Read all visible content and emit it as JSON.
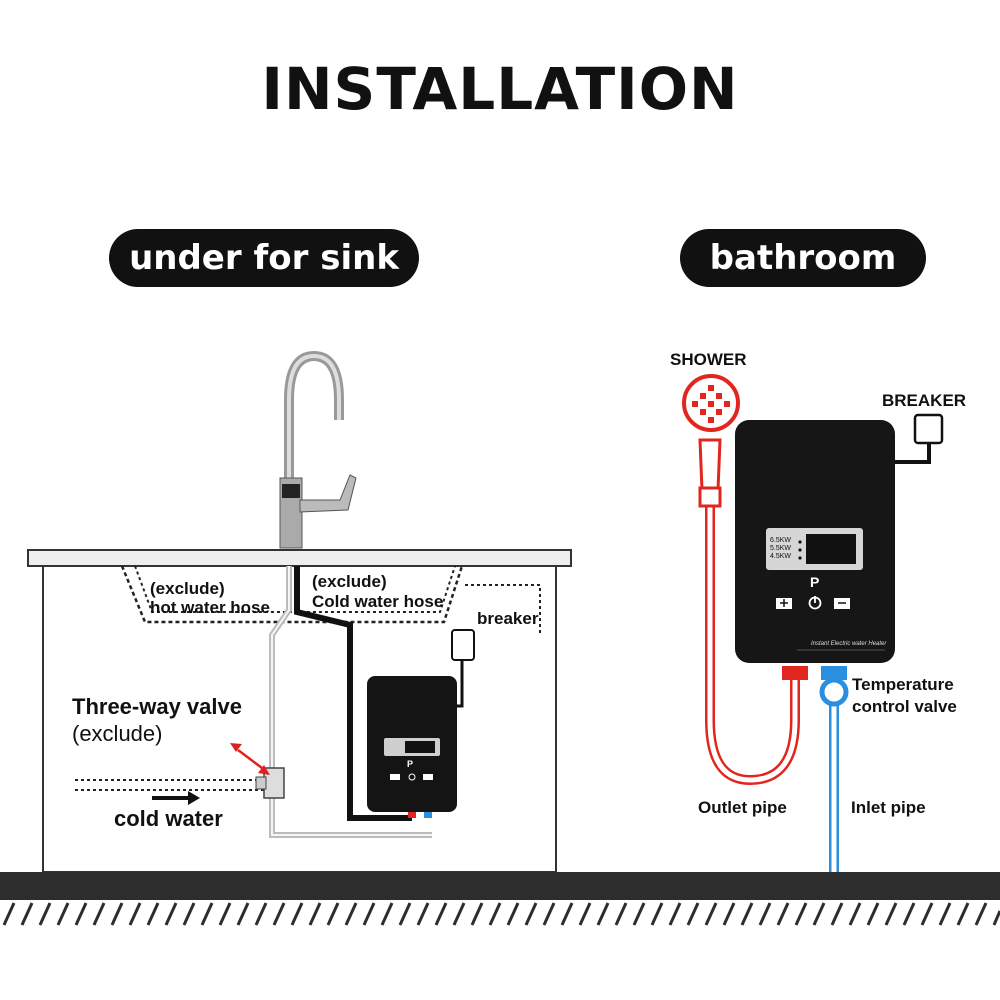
{
  "title": "INSTALLATION",
  "sections": {
    "sink": "under for sink",
    "bathroom": "bathroom"
  },
  "sink_labels": {
    "hot_hose_1": "(exclude)",
    "hot_hose_2": "hot water hose",
    "cold_hose_1": "(exclude)",
    "cold_hose_2": "Cold water hose",
    "breaker": "breaker",
    "valve_1": "Three-way valve",
    "valve_2": "(exclude)",
    "cold_water": "cold water"
  },
  "bath_labels": {
    "shower": "SHOWER",
    "breaker": "BREAKER",
    "temp_1": "Temperature",
    "temp_2": "control valve",
    "outlet": "Outlet pipe",
    "inlet": "Inlet pipe"
  },
  "heater": {
    "power_levels": [
      "6.5KW",
      "5.5KW",
      "4.5KW"
    ],
    "p_label": "P",
    "caption": "Instant Electric water Heater"
  },
  "colors": {
    "dark": "#111111",
    "pipe_red": "#e0261f",
    "pipe_blue": "#2a8fe0",
    "arrow_red": "#e02020"
  }
}
